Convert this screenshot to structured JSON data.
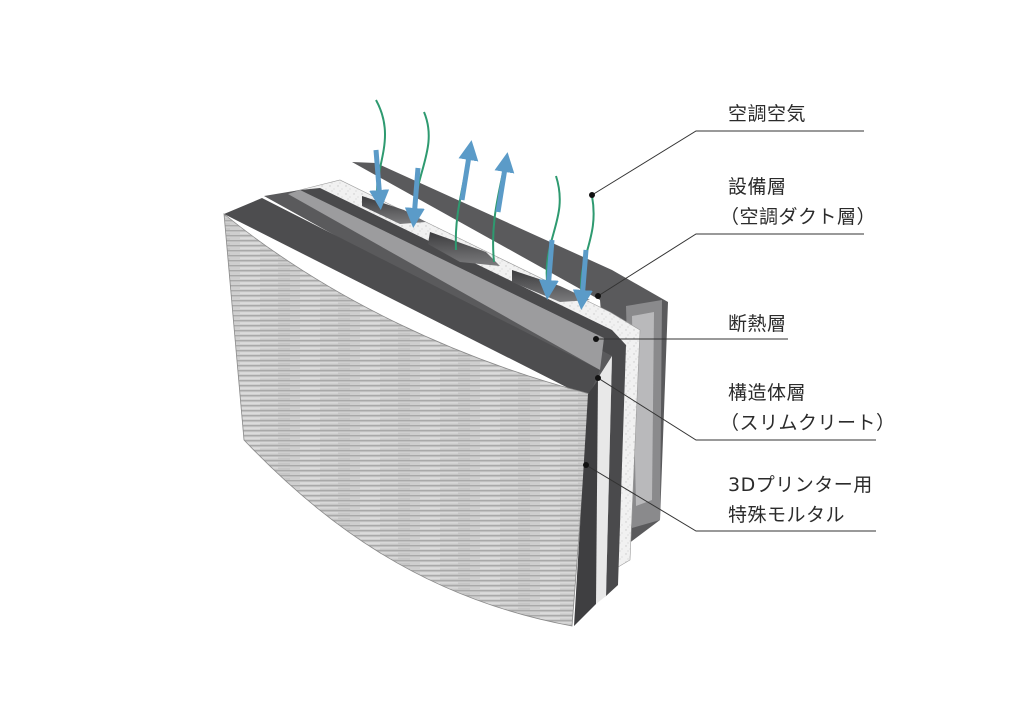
{
  "labels": {
    "air": {
      "line1": "空調空気"
    },
    "equipment": {
      "line1": "設備層",
      "line2": "（空調ダクト層）"
    },
    "insulation": {
      "line1": "断熱層"
    },
    "structure": {
      "line1": "構造体層",
      "line2": "（スリムクリート）"
    },
    "mortar": {
      "line1": "3Dプリンター用",
      "line2": "特殊モルタル"
    }
  },
  "colors": {
    "dark_layer": "#5a5a5c",
    "mortar_face": "#c9c9c9",
    "insulation": "#eeeeee",
    "arrow_blue": "#5b9bc8",
    "arrow_green": "#2e9a70",
    "leader_line": "#333333"
  }
}
